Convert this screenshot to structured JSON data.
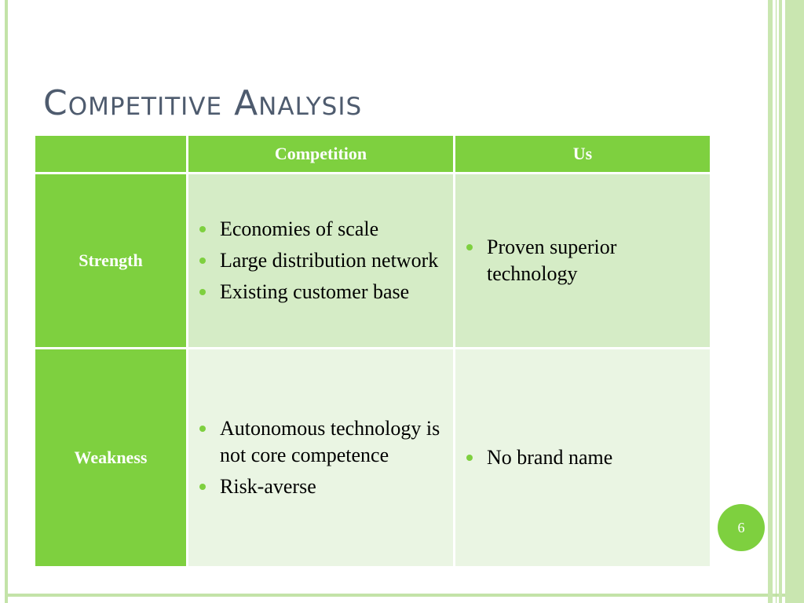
{
  "slide": {
    "title": "Competitive Analysis",
    "page_number": "6"
  },
  "table": {
    "headers": {
      "corner": "",
      "competition": "Competition",
      "us": "Us"
    },
    "rows": [
      {
        "label": "Strength",
        "competition": [
          "Economies of scale",
          "Large distribution network",
          "Existing customer base"
        ],
        "us": [
          "Proven superior technology"
        ]
      },
      {
        "label": "Weakness",
        "competition": [
          "Autonomous technology is not core competence",
          "Risk-averse"
        ],
        "us": [
          "No brand name"
        ]
      }
    ]
  },
  "colors": {
    "accent_green": "#7ed03f",
    "strength_fill": "#d5ecc6",
    "weakness_fill": "#eaf5e3",
    "title_text": "#4e5b6e"
  }
}
